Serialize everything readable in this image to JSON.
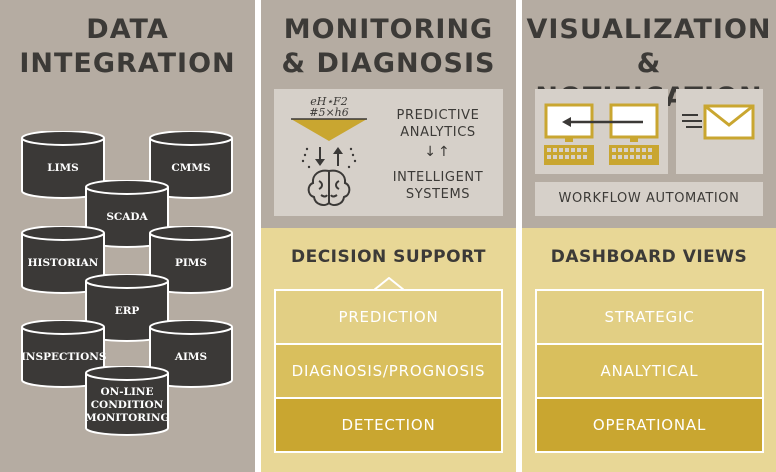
{
  "columns": {
    "integration": {
      "title_line1": "DATA",
      "title_line2": "INTEGRATION",
      "databases": [
        "LIMS",
        "CMMS",
        "SCADA",
        "HISTORIAN",
        "PIMS",
        "ERP",
        "INSPECTIONS",
        "AIMS"
      ],
      "online_monitoring": [
        "ON-LINE",
        "CONDITION",
        "MONITORING"
      ]
    },
    "monitoring": {
      "title_line1": "MONITORING",
      "title_line2": "& DIAGNOSIS",
      "funnel_text_line1": "eH⋆F2",
      "funnel_text_line2": "#5×h6",
      "predictive_line1": "PREDICTIVE",
      "predictive_line2": "ANALYTICS",
      "arrows": "↓↑",
      "intelligent_line1": "INTELLIGENT",
      "intelligent_line2": "SYSTEMS",
      "section_title": "DECISION SUPPORT",
      "levels": [
        "PREDICTION",
        "DIAGNOSIS/PROGNOSIS",
        "DETECTION"
      ]
    },
    "visualization": {
      "title_line1": "VISUALIZATION",
      "title_line2": "& NOTIFICATION",
      "workflow": "WORKFLOW AUTOMATION",
      "section_title": "DASHBOARD VIEWS",
      "levels": [
        "STRATEGIC",
        "ANALYTICAL",
        "OPERATIONAL"
      ]
    }
  },
  "colors": {
    "column_bg": "#b5aca2",
    "panel_light": "#d6d0c9",
    "gold_light": "#e8d796",
    "gold_mid": "#dcc46a",
    "gold_dark": "#c9a630",
    "cylinder": "#3b3937",
    "text_dark": "#3c3a37"
  }
}
